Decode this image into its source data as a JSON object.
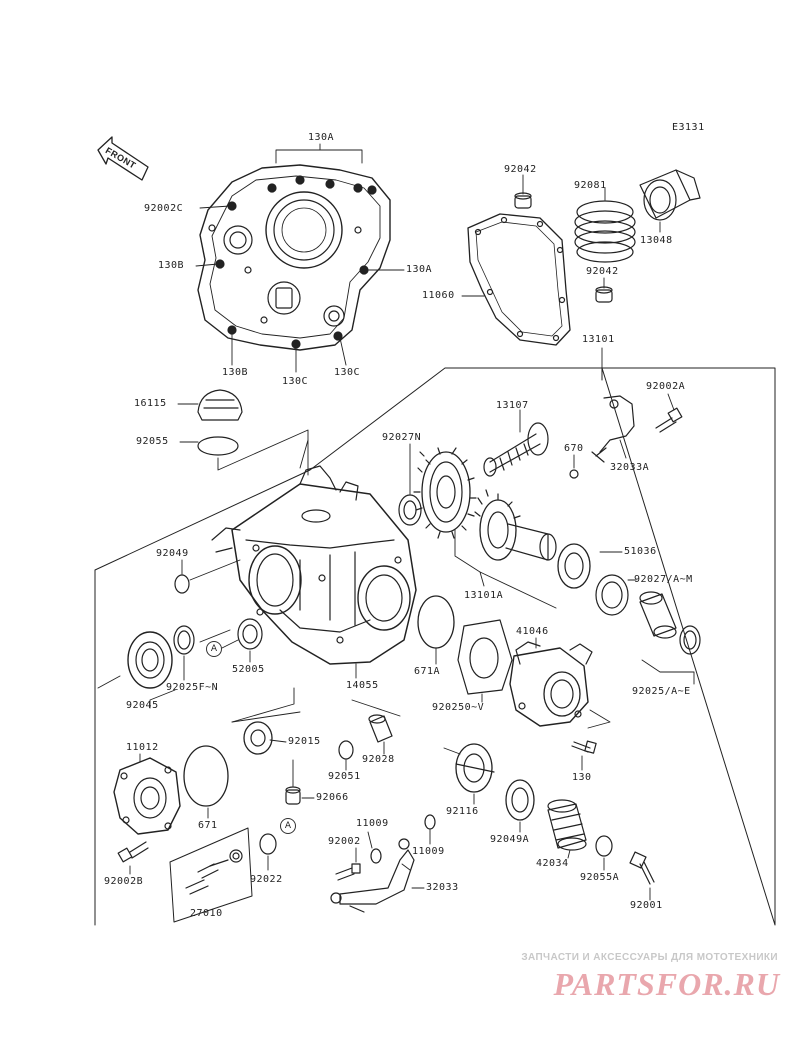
{
  "diagram": {
    "ref_code": "E3131",
    "front_label": "FRONT",
    "circle_marker": "A",
    "labels": {
      "p130A_top": "130A",
      "p92002C": "92002C",
      "p130B_top": "130B",
      "p130A_right": "130A",
      "p130B_bottom": "130B",
      "p130C_left": "130C",
      "p130C_right": "130C",
      "p92042_top": "92042",
      "p92081": "92081",
      "p13048": "13048",
      "p92042_bottom": "92042",
      "p11060": "11060",
      "p13101": "13101",
      "p16115": "16115",
      "p92055": "92055",
      "p92027N": "92027N",
      "p13107": "13107",
      "p670": "670",
      "p92002A": "92002A",
      "p32033A": "32033A",
      "p92049": "92049",
      "p51036": "51036",
      "p92027AM": "92027/A~M",
      "p13101A": "13101A",
      "p41046": "41046",
      "p671A": "671A",
      "p52005": "52005",
      "p92025FN": "92025F~N",
      "p14055": "14055",
      "p92045": "92045",
      "p92050V": "920250~V",
      "p92025AE": "92025/A~E",
      "p92015": "92015",
      "p92028": "92028",
      "p11012": "11012",
      "p92051": "92051",
      "p130": "130",
      "p92066": "92066",
      "p92116": "92116",
      "p671": "671",
      "p11009_top": "11009",
      "p92002": "92002",
      "p11009_bottom": "11009",
      "p92049A": "92049A",
      "p42034": "42034",
      "p92055A": "92055A",
      "p92002B": "92002B",
      "p92022": "92022",
      "p32033": "32033",
      "p92001": "92001",
      "p27010": "27010"
    }
  },
  "watermark": {
    "tagline": "ЗАПЧАСТИ И АКСЕССУАРЫ ДЛЯ МОТОТЕХНИКИ",
    "brand": "PARTSFOR.RU"
  }
}
